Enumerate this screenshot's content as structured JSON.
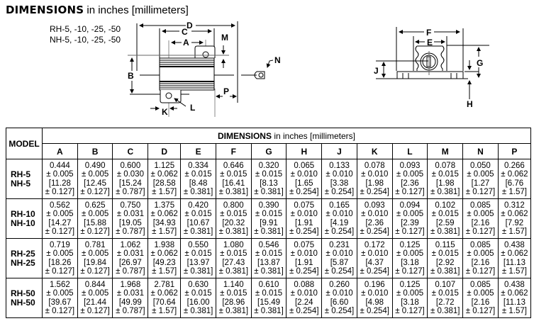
{
  "title": {
    "bold": "DIMENSIONS",
    "rest": " in inches [millimeters]"
  },
  "models_label": [
    "RH-5, -10, -25, -50",
    "NH-5, -10, -25, -50"
  ],
  "drawing_labels": {
    "A": "A",
    "B": "B",
    "C": "C",
    "D": "D",
    "E": "E",
    "F": "F",
    "G": "G",
    "H": "H",
    "J": "J",
    "K": "K",
    "L": "L",
    "M": "M",
    "N": "N",
    "P": "P"
  },
  "table": {
    "model_header": "MODEL",
    "dim_header_bold": "DIMENSIONS",
    "dim_header_rest": " in inches [millimeters]",
    "columns": [
      "A",
      "B",
      "C",
      "D",
      "E",
      "F",
      "G",
      "H",
      "J",
      "K",
      "L",
      "M",
      "N",
      "P"
    ],
    "rows": [
      {
        "models": [
          "RH-5",
          "NH-5"
        ],
        "cells": [
          [
            "0.444",
            "± 0.005",
            "[11.28",
            "± 0.127]"
          ],
          [
            "0.490",
            "± 0.005",
            "[12.45",
            "± 0.127]"
          ],
          [
            "0.600",
            "± 0.030",
            "[15.24",
            "± 0.787]"
          ],
          [
            "1.125",
            "± 0.062",
            "[28.58",
            "± 1.57]"
          ],
          [
            "0.334",
            "± 0.015",
            "[8.48",
            "± 0.381]"
          ],
          [
            "0.646",
            "± 0.015",
            "[16.41",
            "± 0.381]"
          ],
          [
            "0.320",
            "± 0.015",
            "[8.13",
            "± 0.381]"
          ],
          [
            "0.065",
            "± 0.010",
            "[1.65",
            "± 0.254]"
          ],
          [
            "0.133",
            "± 0.010",
            "[3.38",
            "± 0.254]"
          ],
          [
            "0.078",
            "± 0.010",
            "[1.98",
            "± 0.254]"
          ],
          [
            "0.093",
            "± 0.005",
            "[2.36",
            "± 0.127]"
          ],
          [
            "0.078",
            "± 0.015",
            "[1.98",
            "± 0.381]"
          ],
          [
            "0.050",
            "± 0.005",
            "[1.27",
            "± 0.127]"
          ],
          [
            "0.266",
            "± 0.062",
            "[6.76",
            "± 1.57]"
          ]
        ]
      },
      {
        "models": [
          "RH-10",
          "NH-10"
        ],
        "cells": [
          [
            "0.562",
            "± 0.005",
            "[14.27",
            "± 0.127]"
          ],
          [
            "0.625",
            "± 0.005",
            "[15.88",
            "± 0.127]"
          ],
          [
            "0.750",
            "± 0.031",
            "[19.05",
            "± 0.787]"
          ],
          [
            "1.375",
            "± 0.062",
            "[34.93",
            "± 1.57]"
          ],
          [
            "0.420",
            "± 0.015",
            "[10.67",
            "± 0.381]"
          ],
          [
            "0.800",
            "± 0.015",
            "[20.32",
            "± 0.381]"
          ],
          [
            "0.390",
            "± 0.015",
            "[9.91",
            "± 0.381]"
          ],
          [
            "0.075",
            "± 0.010",
            "[1.91",
            "± 0.254]"
          ],
          [
            "0.165",
            "± 0.010",
            "[4.19",
            "± 0.254]"
          ],
          [
            "0.093",
            "± 0.010",
            "[2.36",
            "± 0.254]"
          ],
          [
            "0.094",
            "± 0.005",
            "[2.39",
            "± 0.127]"
          ],
          [
            "0.102",
            "± 0.015",
            "[2.59",
            "± 0.381]"
          ],
          [
            "0.085",
            "± 0.005",
            "[2.16",
            "± 0.127]"
          ],
          [
            "0.312",
            "± 0.062",
            "[7.92",
            "± 1.57]"
          ]
        ]
      },
      {
        "models": [
          "RH-25",
          "NH-25"
        ],
        "cells": [
          [
            "0.719",
            "± 0.005",
            "[18.26",
            "± 0.127]"
          ],
          [
            "0.781",
            "± 0.005",
            "[19.84",
            "± 0.127]"
          ],
          [
            "1.062",
            "± 0.031",
            "[26.97",
            "± 0.787]"
          ],
          [
            "1.938",
            "± 0.062",
            "[49.23",
            "± 1.57]"
          ],
          [
            "0.550",
            "± 0.015",
            "[13.97",
            "± 0.381]"
          ],
          [
            "1.080",
            "± 0.015",
            "[27.43",
            "± 0.381]"
          ],
          [
            "0.546",
            "± 0.015",
            "[13.87",
            "± 0.381]"
          ],
          [
            "0.075",
            "± 0.010",
            "[1.91",
            "± 0.254]"
          ],
          [
            "0.231",
            "± 0.010",
            "[5.87",
            "± 0.254]"
          ],
          [
            "0.172",
            "± 0.010",
            "[4.37",
            "± 0.254]"
          ],
          [
            "0.125",
            "± 0.005",
            "[3.18",
            "± 0.127]"
          ],
          [
            "0.115",
            "± 0.015",
            "[2.92",
            "± 0.381]"
          ],
          [
            "0.085",
            "± 0.005",
            "[2.16",
            "± 0.127]"
          ],
          [
            "0.438",
            "± 0.062",
            "[11.13",
            "± 1.57]"
          ]
        ]
      },
      {
        "models": [
          "RH-50",
          "NH-50"
        ],
        "cells": [
          [
            "1.562",
            "± 0.005",
            "[39.67",
            "± 0.127]"
          ],
          [
            "0.844",
            "± 0.005",
            "[21.44",
            "± 0.127]"
          ],
          [
            "1.968",
            "± 0.031",
            "[49.99",
            "± 0.787]"
          ],
          [
            "2.781",
            "± 0.062",
            "[70.64",
            "± 1.57]"
          ],
          [
            "0.630",
            "± 0.015",
            "[16.00",
            "± 0.381]"
          ],
          [
            "1.140",
            "± 0.015",
            "[28.96",
            "± 0.381]"
          ],
          [
            "0.610",
            "± 0.015",
            "[15.49",
            "± 0.381]"
          ],
          [
            "0.088",
            "± 0.010",
            "[2.24",
            "± 0.254]"
          ],
          [
            "0.260",
            "± 0.010",
            "[6.60",
            "± 0.254]"
          ],
          [
            "0.196",
            "± 0.010",
            "[4.98",
            "± 0.254]"
          ],
          [
            "0.125",
            "± 0.005",
            "[3.18",
            "± 0.127]"
          ],
          [
            "0.107",
            "± 0.015",
            "[2.72",
            "± 0.381]"
          ],
          [
            "0.085",
            "± 0.005",
            "[2.16",
            "± 0.127]"
          ],
          [
            "0.438",
            "± 0.062",
            "[11.13",
            "± 1.57]"
          ]
        ]
      }
    ]
  }
}
